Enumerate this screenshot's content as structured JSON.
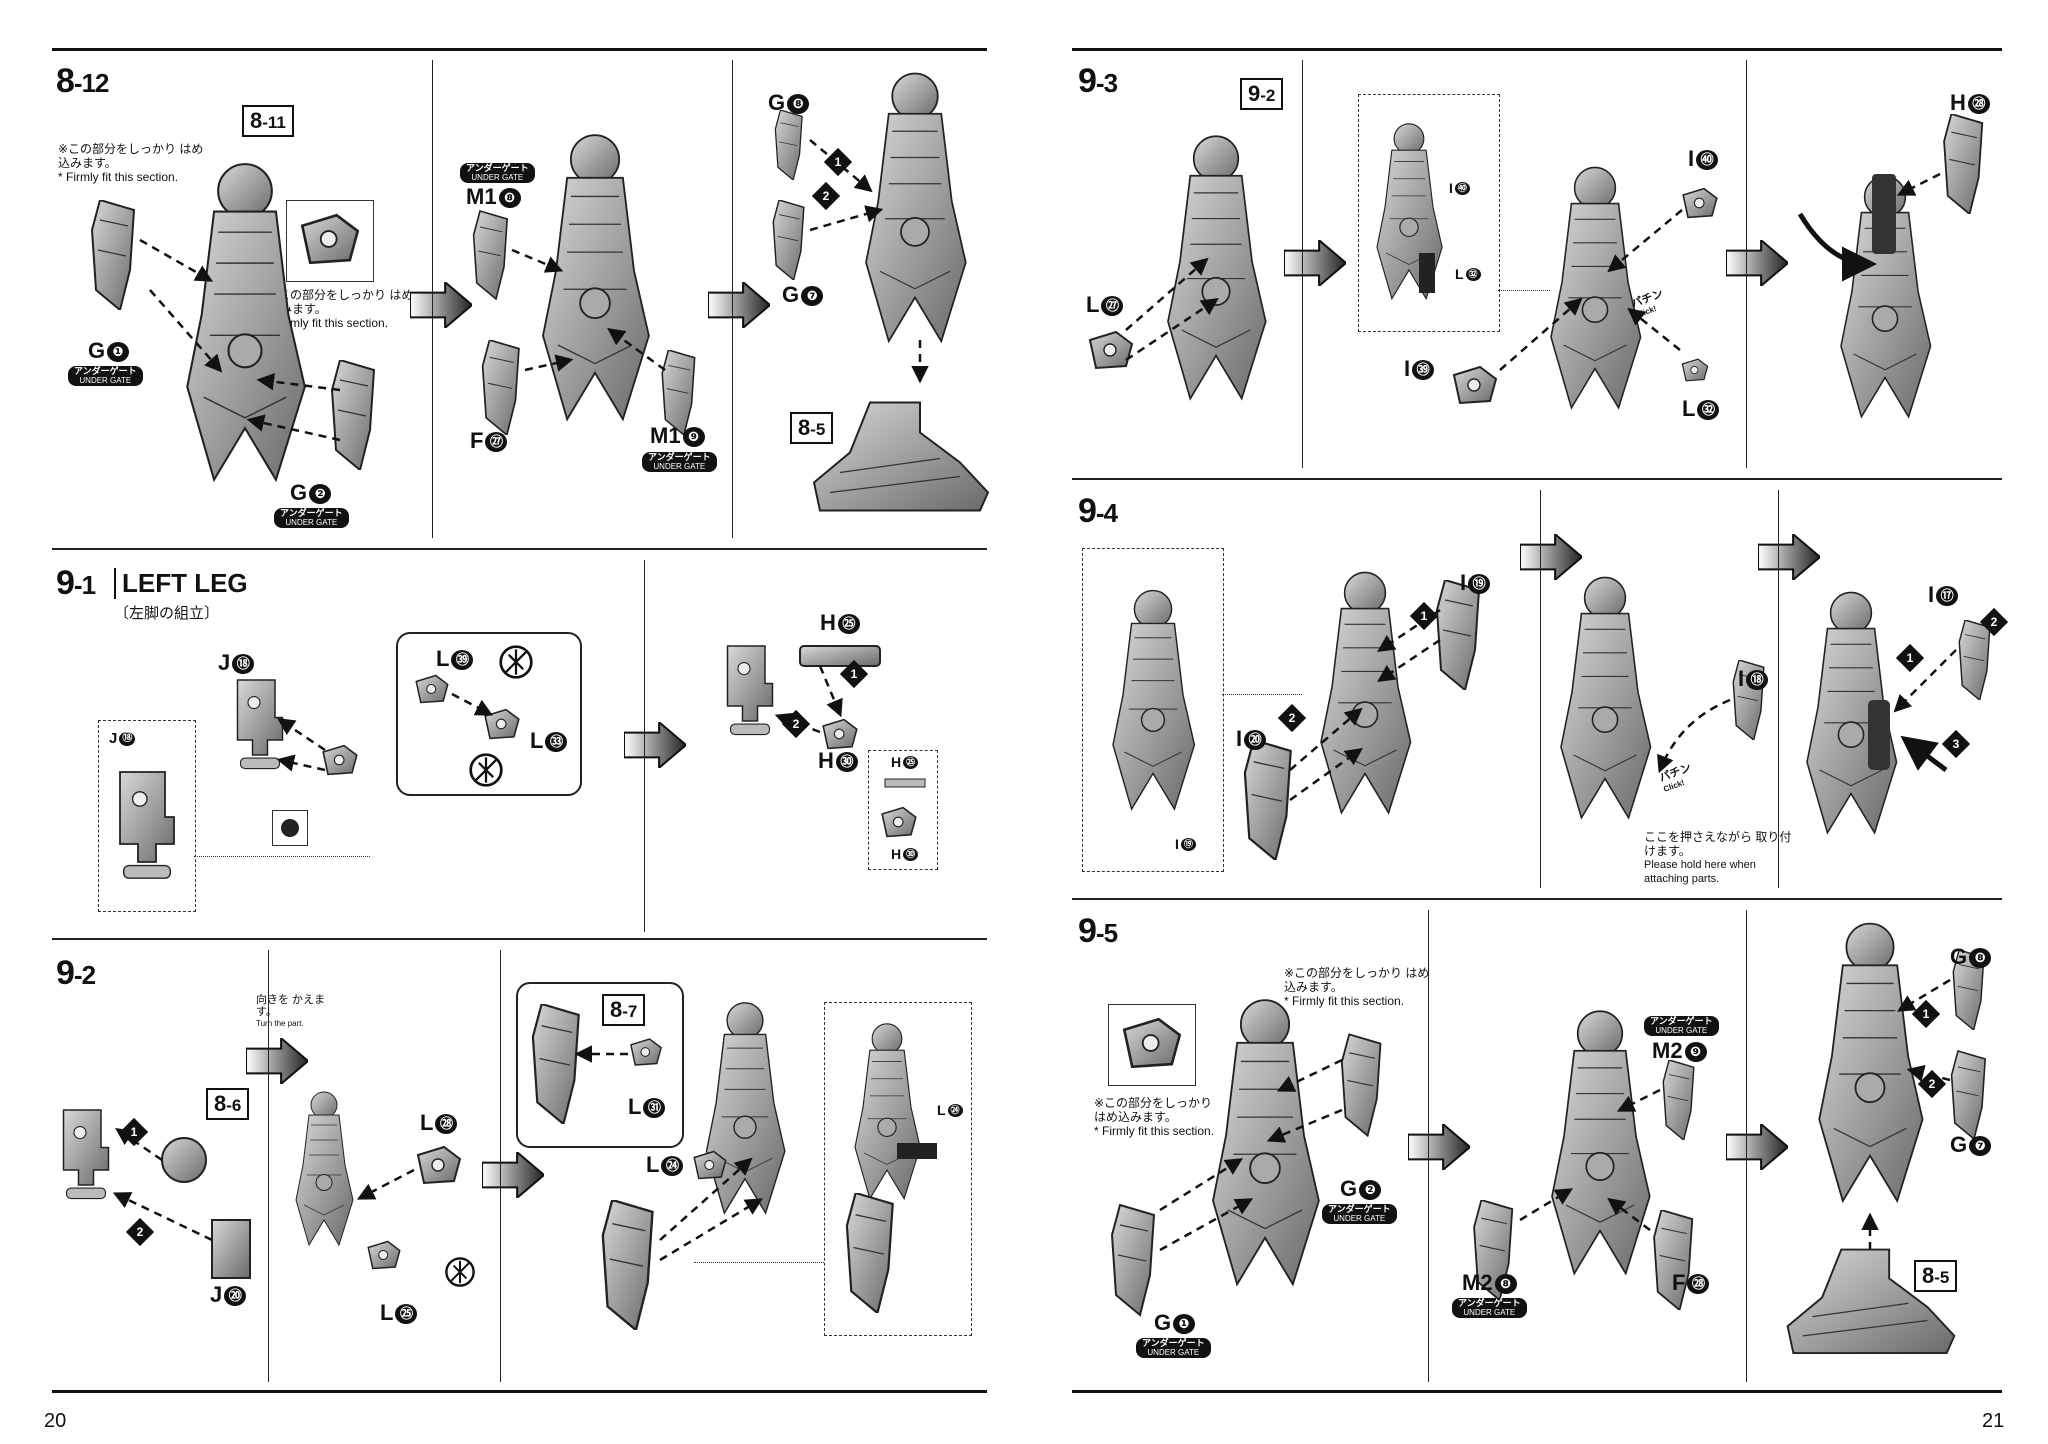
{
  "pages": {
    "left": {
      "page_number": "20",
      "steps": {
        "s8_12": {
          "main": "8",
          "sub": "-12",
          "ref": {
            "main": "8",
            "sub": "-11"
          },
          "note_jp": "※この部分をしっかり はめ込みます。",
          "note_en": "* Firmly fit this section.",
          "note2_jp": "※この部分をしっかり はめ込みます。",
          "note2_en": "* Firmly fit this section.",
          "parts": {
            "g1": "G",
            "g1n": "❶",
            "g2": "G",
            "g2n": "❷",
            "m18": "M1",
            "m18n": "❽",
            "m19": "M1",
            "m19n": "❾",
            "f27": "F",
            "f27n": "㉗",
            "g8": "G",
            "g8n": "❽",
            "g7": "G",
            "g7n": "❼"
          },
          "ref85": {
            "main": "8",
            "sub": "-5"
          },
          "under_gate_jp": "アンダーゲート",
          "under_gate_en": "UNDER GATE"
        },
        "s9_1": {
          "main": "9",
          "sub": "-1",
          "title": "LEFT LEG",
          "subtitle": "〔左脚の組立〕",
          "parts": {
            "j18": "J",
            "j18n": "⑱",
            "j18b": "J",
            "j18bn": "⑱",
            "l39": "L",
            "l39n": "㊴",
            "l33": "L",
            "l33n": "㉝",
            "h25": "H",
            "h25n": "㉕",
            "h30": "H",
            "h30n": "㉚",
            "h25b": "H",
            "h25bn": "㉕",
            "h30b": "H",
            "h30bn": "㉚"
          }
        },
        "s9_2": {
          "main": "9",
          "sub": "-2",
          "turn_jp": "向きを かえます。",
          "turn_en": "Turn the part.",
          "ref86": {
            "main": "8",
            "sub": "-6"
          },
          "ref87": {
            "main": "8",
            "sub": "-7"
          },
          "parts": {
            "j20": "J",
            "j20n": "⑳",
            "l28": "L",
            "l28n": "㉘",
            "l25": "L",
            "l25n": "㉕",
            "l31": "L",
            "l31n": "㉛",
            "l24": "L",
            "l24n": "㉔",
            "l24b": "L",
            "l24bn": "㉔"
          }
        }
      }
    },
    "right": {
      "page_number": "21",
      "steps": {
        "s9_3": {
          "main": "9",
          "sub": "-3",
          "ref": {
            "main": "9",
            "sub": "-2"
          },
          "parts": {
            "l27": "L",
            "l27n": "㉗",
            "i40": "I",
            "i40n": "㊵",
            "i40b": "I",
            "i40bn": "㊵",
            "l32": "L",
            "l32n": "㉜",
            "l32b": "L",
            "l32bn": "㉜",
            "i39": "I",
            "i39n": "㊴",
            "h28": "H",
            "h28n": "㉘"
          },
          "click_jp": "パチン",
          "click_en": "Click!"
        },
        "s9_4": {
          "main": "9",
          "sub": "-4",
          "parts": {
            "i19": "I",
            "i19n": "⑲",
            "i19b": "I",
            "i19bn": "⑲",
            "i20": "I",
            "i20n": "⑳",
            "i18": "I",
            "i18n": "⑱",
            "i17": "I",
            "i17n": "⑰"
          },
          "hold_jp": "ここを押さえながら 取り付けます。",
          "hold_en": "Please hold here when attaching parts.",
          "click_jp": "パチン",
          "click_en": "Click!"
        },
        "s9_5": {
          "main": "9",
          "sub": "-5",
          "note_jp": "※この部分をしっかり はめ込みます。",
          "note_en": "* Firmly fit this section.",
          "note2_jp": "※この部分をしっかり はめ込みます。",
          "note2_en": "* Firmly fit this section.",
          "parts": {
            "g2": "G",
            "g2n": "❷",
            "g1": "G",
            "g1n": "❶",
            "m29": "M2",
            "m29n": "❾",
            "m28": "M2",
            "m28n": "❽",
            "f28": "F",
            "f28n": "㉘",
            "g8": "G",
            "g8n": "❽",
            "g7": "G",
            "g7n": "❼"
          },
          "ref85": {
            "main": "8",
            "sub": "-5"
          },
          "under_gate_jp": "アンダーゲート",
          "under_gate_en": "UNDER GATE"
        }
      }
    }
  },
  "order_marks": [
    "1",
    "2",
    "3"
  ],
  "icons": [
    "next-step-arrow-icon",
    "cut-gate-icon",
    "under-gate-badge"
  ]
}
